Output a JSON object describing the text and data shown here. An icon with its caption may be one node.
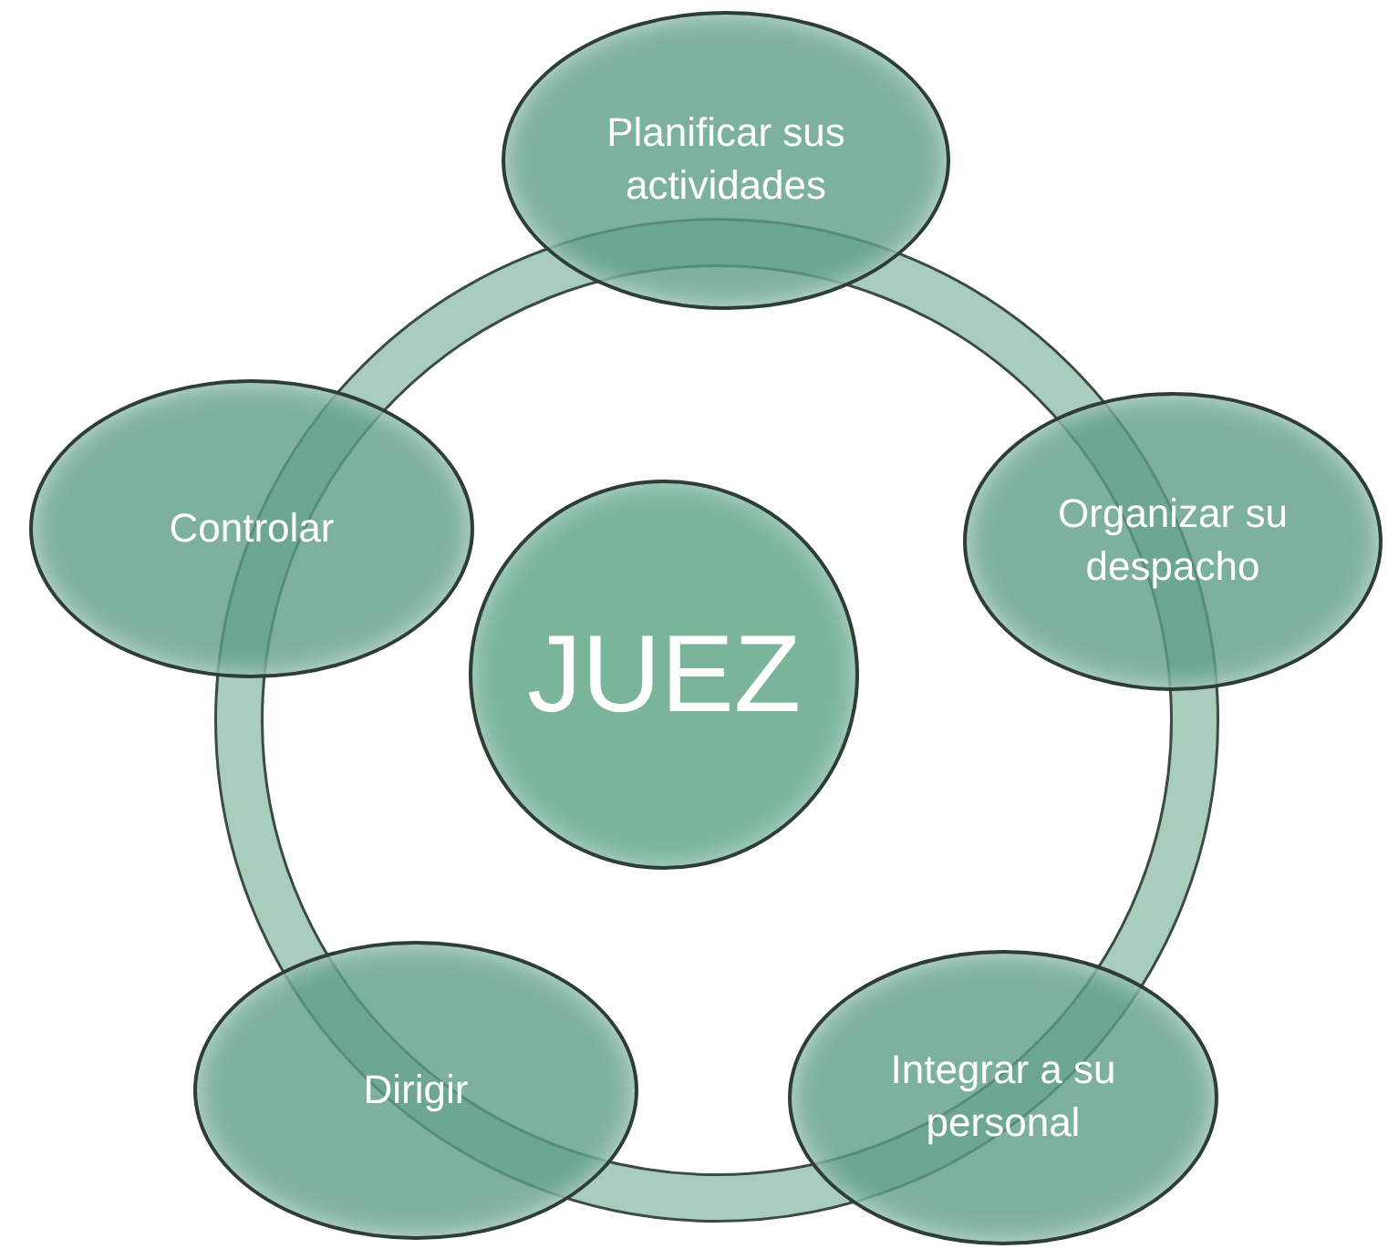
{
  "diagram": {
    "nodes": [
      {
        "text": [
          "JUEZ"
        ]
      },
      {
        "text": [
          "Planificar sus actividades"
        ]
      },
      {
        "text": [
          "Organizar su despacho"
        ]
      },
      {
        "text": [
          "Integrar a su personal"
        ]
      },
      {
        "text": [
          "Dirigir"
        ]
      },
      {
        "text": [
          "Controlar"
        ]
      }
    ]
  }
}
